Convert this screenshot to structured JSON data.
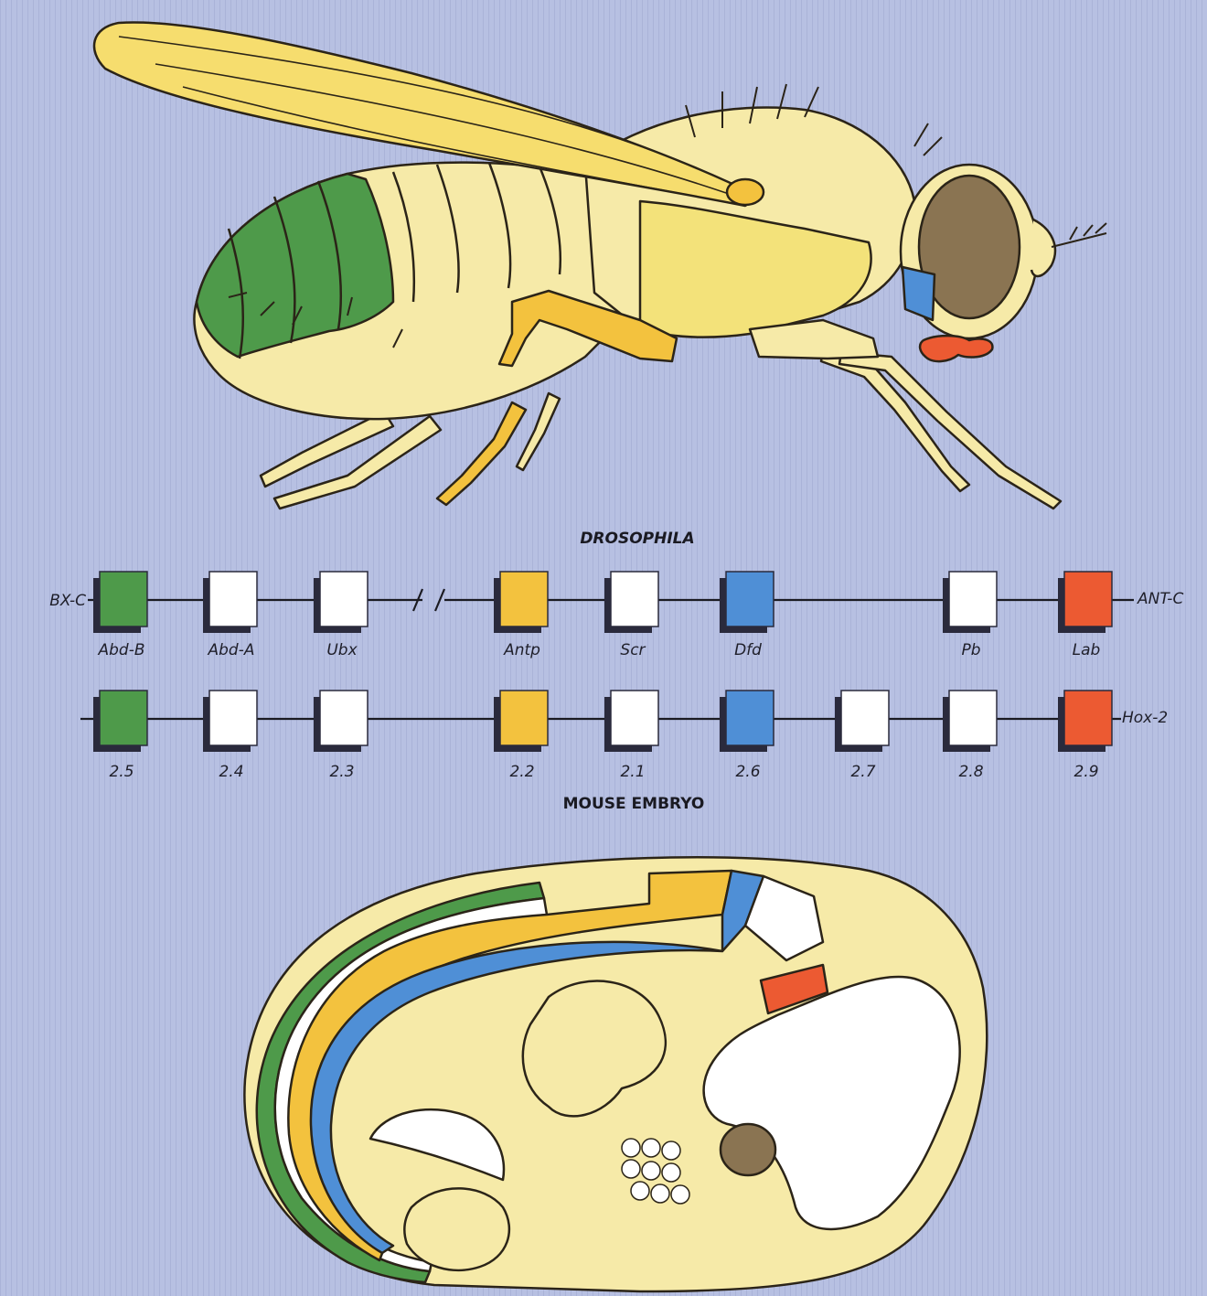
{
  "titles": {
    "drosophila": "DROSOPHILA",
    "mouse": "MOUSE EMBRYO"
  },
  "colors": {
    "background": "#b7c0e2",
    "green": "#4e9a4a",
    "white": "#ffffff",
    "yellow": "#f3c23e",
    "blue": "#4f8fd6",
    "red": "#ec5a32",
    "body_cream": "#f6eaa8",
    "wing_yellow": "#f6dd6e",
    "outline": "#2b2418"
  },
  "drosophila_cluster": {
    "left_label": "BX-C",
    "right_label": "ANT-C",
    "genes": [
      {
        "name": "Abd-B",
        "color": "green"
      },
      {
        "name": "Abd-A",
        "color": "white"
      },
      {
        "name": "Ubx",
        "color": "white"
      },
      {
        "name": "Antp",
        "color": "yellow"
      },
      {
        "name": "Scr",
        "color": "white"
      },
      {
        "name": "Dfd",
        "color": "blue"
      },
      {
        "name": "Pb",
        "color": "white"
      },
      {
        "name": "Lab",
        "color": "red"
      }
    ]
  },
  "mouse_cluster": {
    "right_label": "Hox-2",
    "genes": [
      {
        "name": "2.5",
        "color": "green"
      },
      {
        "name": "2.4",
        "color": "white"
      },
      {
        "name": "2.3",
        "color": "white"
      },
      {
        "name": "2.2",
        "color": "yellow"
      },
      {
        "name": "2.1",
        "color": "white"
      },
      {
        "name": "2.6",
        "color": "blue"
      },
      {
        "name": "2.7",
        "color": "white"
      },
      {
        "name": "2.8",
        "color": "white"
      },
      {
        "name": "2.9",
        "color": "red"
      }
    ]
  }
}
